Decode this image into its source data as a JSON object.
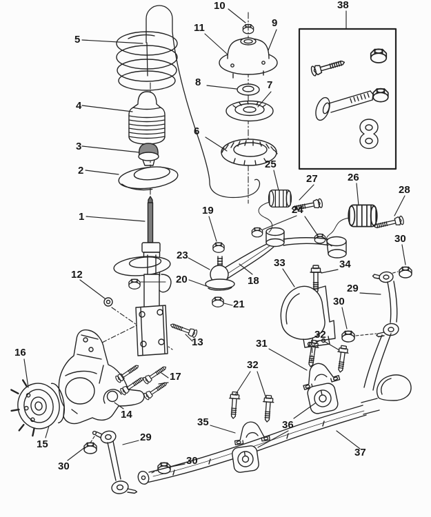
{
  "figure": {
    "background": "#fcfcfc",
    "line_color": "#222222",
    "callouts": {
      "c1": "1",
      "c2": "2",
      "c3": "3",
      "c4": "4",
      "c5": "5",
      "c6": "6",
      "c7": "7",
      "c8": "8",
      "c9": "9",
      "c10": "10",
      "c11": "11",
      "c12": "12",
      "c13": "13",
      "c14": "14",
      "c15": "15",
      "c16": "16",
      "c17": "17",
      "c18": "18",
      "c19": "19",
      "c20": "20",
      "c21": "21",
      "c23": "23",
      "c24": "24",
      "c25": "25",
      "c26": "26",
      "c27": "27",
      "c28": "28",
      "c29": "29",
      "c30": "30",
      "c31": "31",
      "c32": "32",
      "c33": "33",
      "c34": "34",
      "c35": "35",
      "c36": "36",
      "c37": "37",
      "c38": "38"
    }
  }
}
